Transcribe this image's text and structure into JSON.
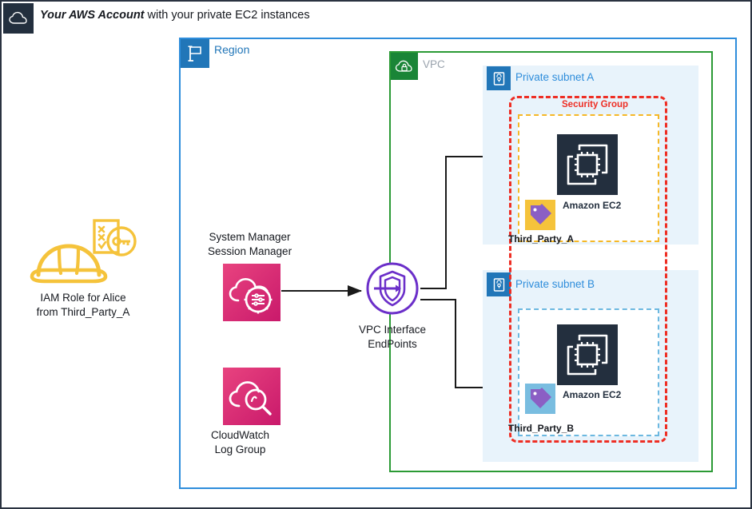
{
  "account": {
    "icon": "aws-cloud-icon",
    "title_strong": "Your AWS Account",
    "title_rest": " with your private EC2 instances"
  },
  "region": {
    "icon": "region-flag-icon",
    "label": "Region",
    "border_color": "#2e8ddb"
  },
  "vpc": {
    "icon": "vpc-cloud-lock-icon",
    "label": "VPC",
    "border_color": "#2b9a35"
  },
  "security_group": {
    "label": "Security Group",
    "border_color": "#ee2e24"
  },
  "subnets": [
    {
      "id": "a",
      "icon": "private-subnet-lock-icon",
      "label": "Private subnet A",
      "inner_border_color": "#f5b827",
      "instance": {
        "icon": "amazon-ec2-icon",
        "label": "Amazon EC2",
        "tag_icon": "resource-tag-icon",
        "tag_bg": "#f5c33b",
        "owner_label": "Third_Party_A"
      }
    },
    {
      "id": "b",
      "icon": "private-subnet-lock-icon",
      "label": "Private subnet B",
      "inner_border_color": "#6cb8e0",
      "instance": {
        "icon": "amazon-ec2-icon",
        "label": "Amazon EC2",
        "tag_icon": "resource-tag-icon",
        "tag_bg": "#79bde0",
        "owner_label": "Third_Party_B"
      }
    }
  ],
  "services": {
    "ssm": {
      "icon": "systems-manager-icon",
      "caption_line1": "System Manager",
      "caption_line2": "Session Manager",
      "color": "#c9196b"
    },
    "cloudwatch": {
      "icon": "cloudwatch-icon",
      "caption_line1": "CloudWatch",
      "caption_line2": "Log Group",
      "color": "#c9196b"
    },
    "iam_role": {
      "icon": "iam-role-hardhat-icon",
      "caption_line1": "IAM Role for Alice",
      "caption_line2": "from Third_Party_A",
      "color": "#f5c33b"
    },
    "vpc_endpoint": {
      "icon": "vpc-interface-endpoint-icon",
      "caption_line1": "VPC Interface",
      "caption_line2": "EndPoints",
      "color": "#6b2fc9"
    }
  }
}
